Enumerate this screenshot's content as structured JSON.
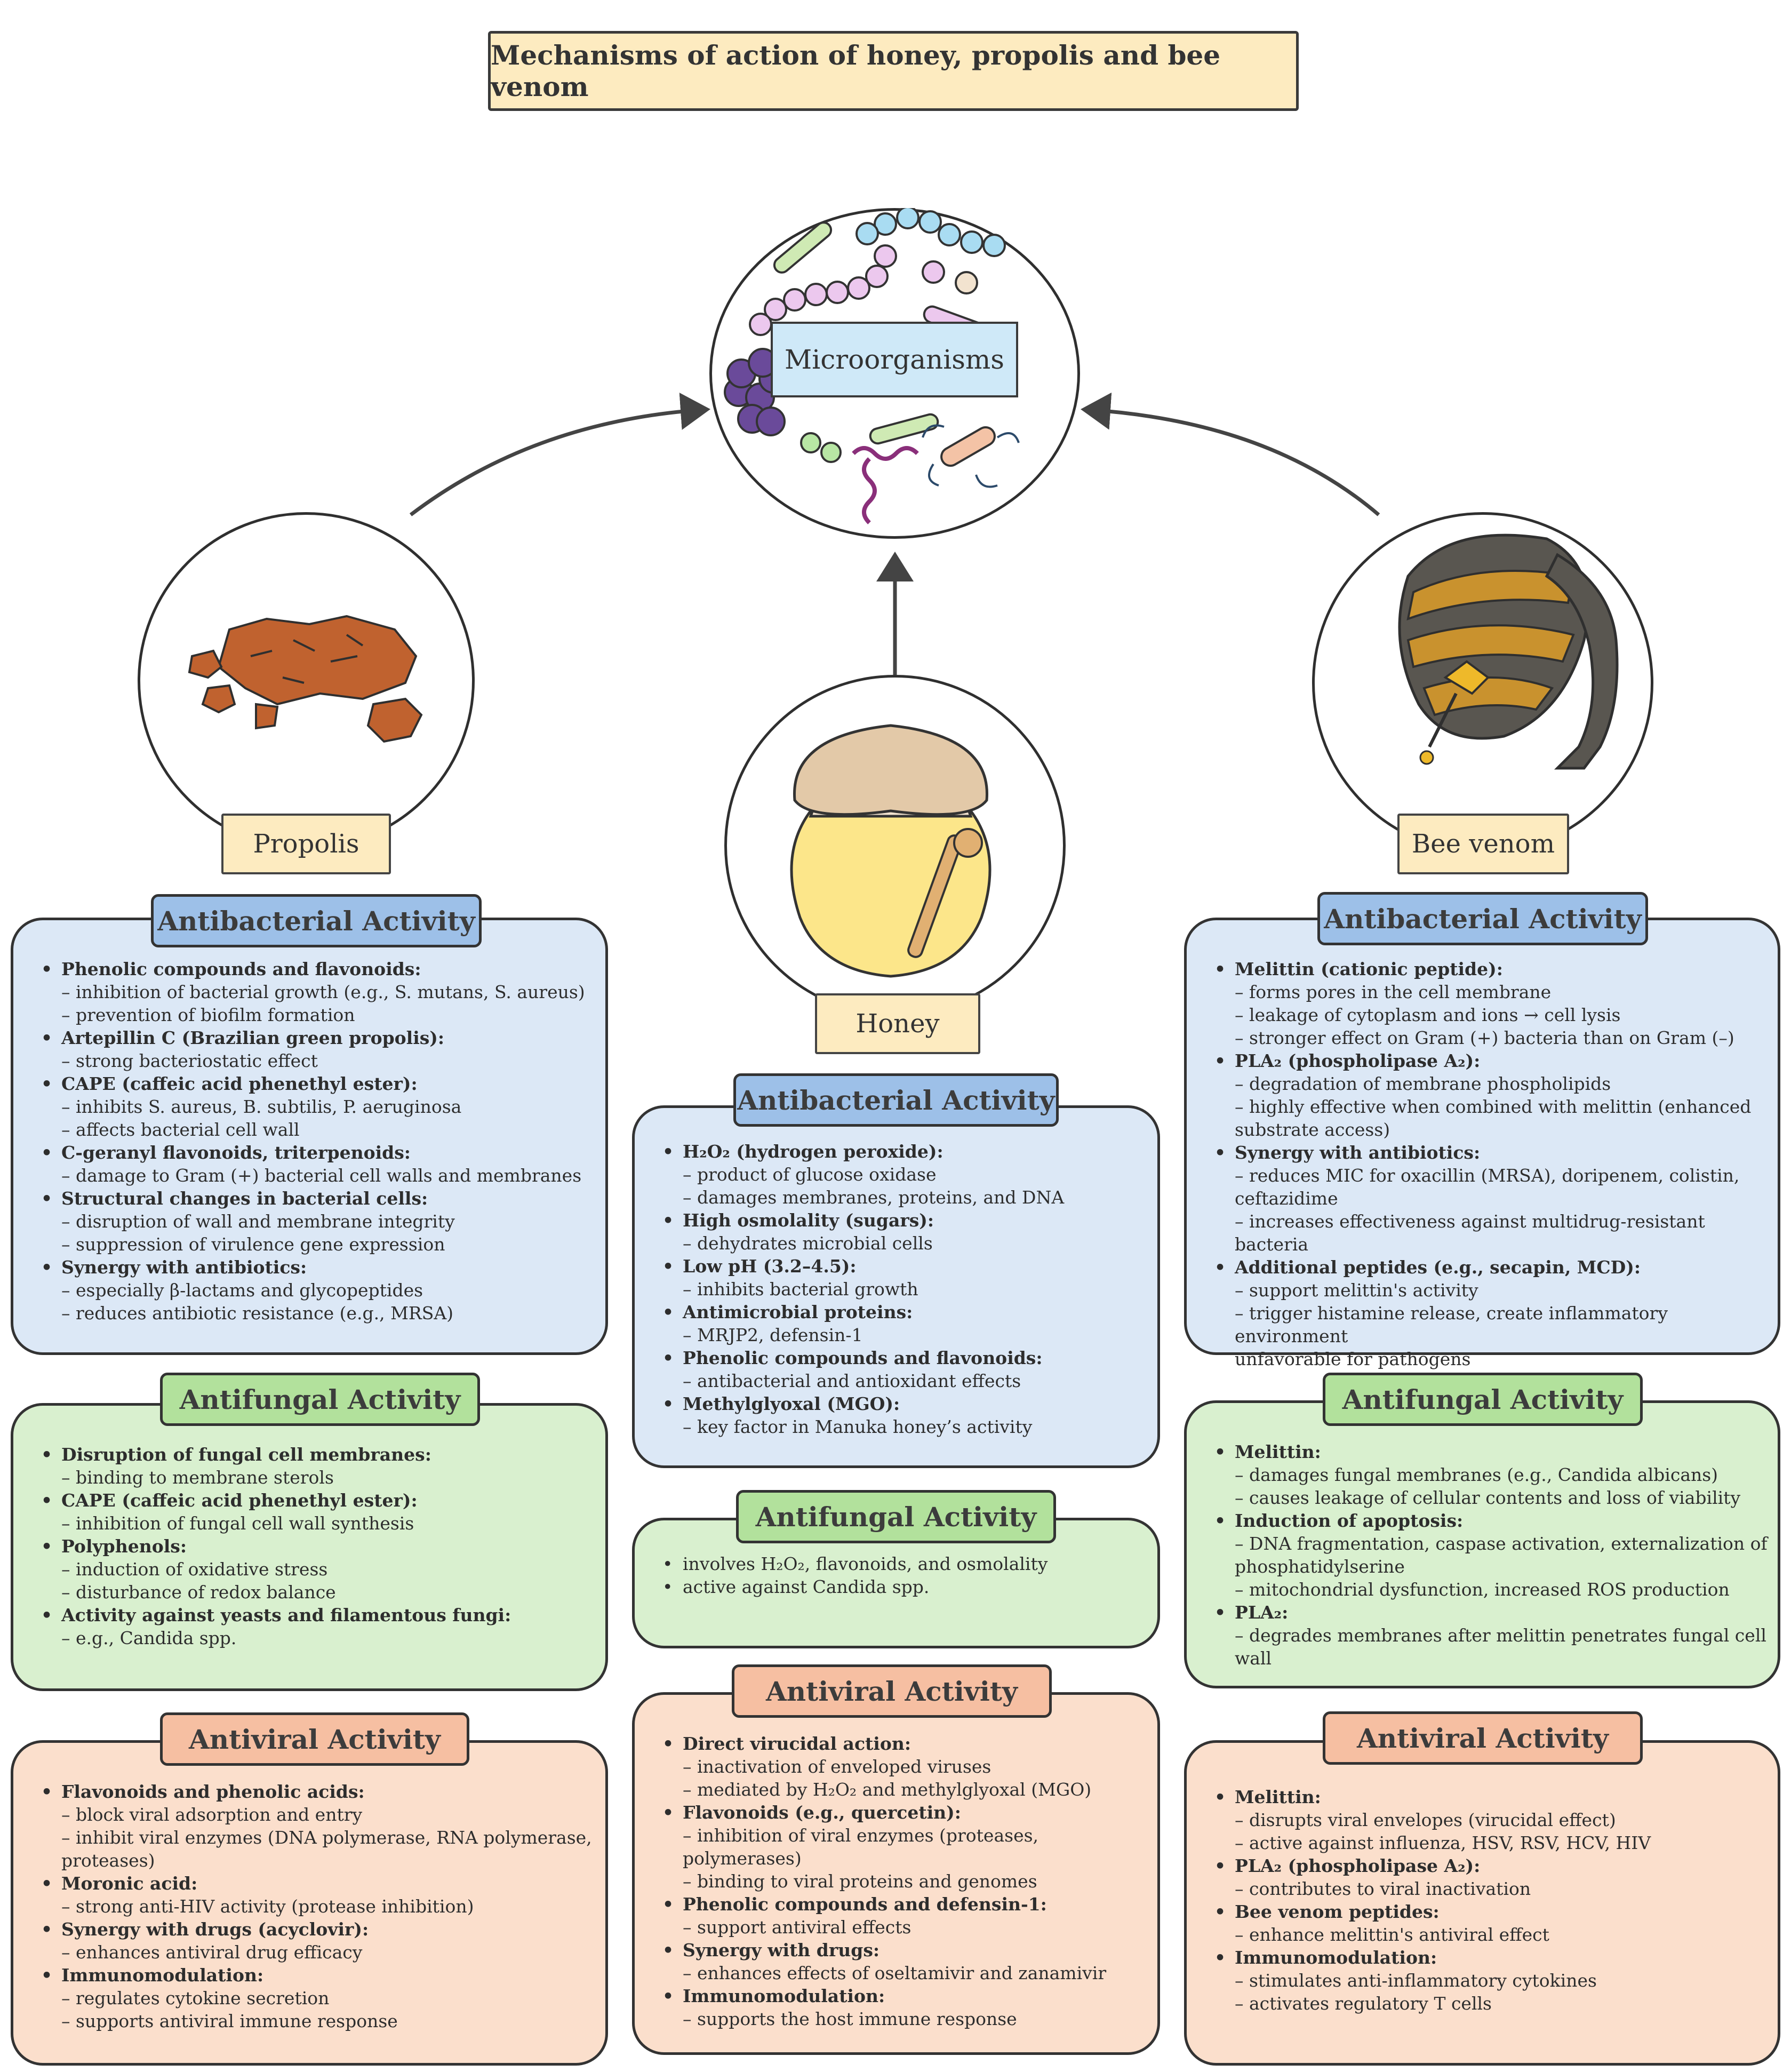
{
  "title": "Mechanisms of action of honey, propolis and bee venom",
  "center_label": "Microorganisms",
  "sources": {
    "propolis": "Propolis",
    "honey": "Honey",
    "bee_venom": "Bee venom"
  },
  "colors": {
    "title_bg": "#fdebc0",
    "antibacterial_panel": "#dce8f6",
    "antibacterial_header": "#9dc0e8",
    "antifungal_panel": "#d9f0cf",
    "antifungal_header": "#b2e19c",
    "antiviral_panel": "#fbdfcc",
    "antiviral_header": "#f6bfa2",
    "microorganisms_label": "#cfe9f8"
  },
  "propolis": {
    "antibacterial": {
      "header": "Antibacterial Activity",
      "lines": [
        {
          "t": "head",
          "x": "Phenolic compounds and flavonoids:"
        },
        {
          "t": "sub",
          "x": "– inhibition of bacterial growth (e.g., S. mutans, S. aureus)"
        },
        {
          "t": "sub",
          "x": "– prevention of biofilm formation"
        },
        {
          "t": "head",
          "x": "Artepillin C (Brazilian green propolis):"
        },
        {
          "t": "sub",
          "x": "– strong bacteriostatic effect"
        },
        {
          "t": "head",
          "x": "CAPE (caffeic acid phenethyl ester):"
        },
        {
          "t": "sub",
          "x": "– inhibits S. aureus, B. subtilis, P. aeruginosa"
        },
        {
          "t": "sub",
          "x": "– affects bacterial cell wall"
        },
        {
          "t": "head",
          "x": "C-geranyl flavonoids, triterpenoids:"
        },
        {
          "t": "sub",
          "x": "– damage to Gram (+) bacterial cell walls and membranes"
        },
        {
          "t": "head",
          "x": "Structural changes in bacterial cells:"
        },
        {
          "t": "sub",
          "x": "– disruption of wall and membrane integrity"
        },
        {
          "t": "sub",
          "x": "– suppression of virulence gene expression"
        },
        {
          "t": "head",
          "x": "Synergy with antibiotics:"
        },
        {
          "t": "sub",
          "x": "– especially β-lactams and glycopeptides"
        },
        {
          "t": "sub",
          "x": "– reduces antibiotic resistance (e.g., MRSA)"
        }
      ]
    },
    "antifungal": {
      "header": "Antifungal Activity",
      "lines": [
        {
          "t": "head",
          "x": "Disruption of fungal cell membranes:"
        },
        {
          "t": "sub",
          "x": "– binding to membrane sterols"
        },
        {
          "t": "head",
          "x": "CAPE (caffeic acid phenethyl ester):"
        },
        {
          "t": "sub",
          "x": "– inhibition of fungal cell wall synthesis"
        },
        {
          "t": "head",
          "x": "Polyphenols:"
        },
        {
          "t": "sub",
          "x": "– induction of oxidative stress"
        },
        {
          "t": "sub",
          "x": "– disturbance of redox balance"
        },
        {
          "t": "head",
          "x": "Activity against yeasts and filamentous fungi:"
        },
        {
          "t": "sub",
          "x": "– e.g., Candida spp."
        }
      ]
    },
    "antiviral": {
      "header": "Antiviral Activity",
      "lines": [
        {
          "t": "head",
          "x": "Flavonoids and phenolic acids:"
        },
        {
          "t": "sub",
          "x": "– block viral adsorption and entry"
        },
        {
          "t": "sub",
          "x": "– inhibit viral enzymes (DNA polymerase, RNA polymerase,"
        },
        {
          "t": "sub",
          "x": "proteases)"
        },
        {
          "t": "head",
          "x": "Moronic acid:"
        },
        {
          "t": "sub",
          "x": "– strong anti-HIV activity (protease inhibition)"
        },
        {
          "t": "head",
          "x": "Synergy with drugs (acyclovir):"
        },
        {
          "t": "sub",
          "x": "– enhances antiviral drug efficacy"
        },
        {
          "t": "head",
          "x": "Immunomodulation:"
        },
        {
          "t": "sub",
          "x": "– regulates cytokine secretion"
        },
        {
          "t": "sub",
          "x": "– supports antiviral immune response"
        }
      ]
    }
  },
  "honey": {
    "antibacterial": {
      "header": "Antibacterial Activity",
      "lines": [
        {
          "t": "head",
          "x": "H₂O₂ (hydrogen peroxide):"
        },
        {
          "t": "sub",
          "x": "– product of glucose oxidase"
        },
        {
          "t": "sub",
          "x": "– damages membranes, proteins, and DNA"
        },
        {
          "t": "head",
          "x": "High osmolality (sugars):"
        },
        {
          "t": "sub",
          "x": "– dehydrates microbial cells"
        },
        {
          "t": "head",
          "x": "Low pH (3.2–4.5):"
        },
        {
          "t": "sub",
          "x": "– inhibits bacterial growth"
        },
        {
          "t": "head",
          "x": "Antimicrobial proteins:"
        },
        {
          "t": "sub",
          "x": "– MRJP2, defensin-1"
        },
        {
          "t": "head",
          "x": "Phenolic compounds and flavonoids:"
        },
        {
          "t": "sub",
          "x": "– antibacterial and antioxidant effects"
        },
        {
          "t": "head",
          "x": "Methylglyoxal (MGO):"
        },
        {
          "t": "sub",
          "x": "– key factor in Manuka honey’s activity"
        }
      ]
    },
    "antifungal": {
      "header": "Antifungal Activity",
      "lines": [
        {
          "t": "plain",
          "x": "involves H₂O₂, flavonoids, and osmolality"
        },
        {
          "t": "plain",
          "x": "active against Candida spp."
        }
      ]
    },
    "antiviral": {
      "header": "Antiviral Activity",
      "lines": [
        {
          "t": "head",
          "x": "Direct virucidal action:"
        },
        {
          "t": "sub",
          "x": "– inactivation of enveloped viruses"
        },
        {
          "t": "sub",
          "x": "– mediated by H₂O₂ and methylglyoxal (MGO)"
        },
        {
          "t": "head",
          "x": "Flavonoids (e.g., quercetin):"
        },
        {
          "t": "sub",
          "x": "– inhibition of viral enzymes (proteases,"
        },
        {
          "t": "sub",
          "x": "polymerases)"
        },
        {
          "t": "sub",
          "x": "– binding to viral proteins and genomes"
        },
        {
          "t": "head",
          "x": "Phenolic compounds and defensin-1:"
        },
        {
          "t": "sub",
          "x": "– support antiviral effects"
        },
        {
          "t": "head",
          "x": "Synergy with drugs:"
        },
        {
          "t": "sub",
          "x": "– enhances effects of oseltamivir and zanamivir"
        },
        {
          "t": "head",
          "x": "Immunomodulation:"
        },
        {
          "t": "sub",
          "x": "– supports the host immune response"
        }
      ]
    }
  },
  "bee_venom": {
    "antibacterial": {
      "header": "Antibacterial Activity",
      "lines": [
        {
          "t": "head",
          "x": "Melittin (cationic peptide):"
        },
        {
          "t": "sub",
          "x": "– forms pores in the cell membrane"
        },
        {
          "t": "sub",
          "x": "– leakage of cytoplasm and ions → cell lysis"
        },
        {
          "t": "sub",
          "x": "– stronger effect on Gram (+) bacteria than on Gram (–)"
        },
        {
          "t": "head",
          "x": "PLA₂ (phospholipase A₂):"
        },
        {
          "t": "sub",
          "x": "– degradation of membrane phospholipids"
        },
        {
          "t": "sub",
          "x": "– highly effective when combined with melittin (enhanced"
        },
        {
          "t": "sub",
          "x": "substrate access)"
        },
        {
          "t": "head",
          "x": "Synergy with antibiotics:"
        },
        {
          "t": "sub",
          "x": "– reduces MIC for oxacillin (MRSA), doripenem, colistin,"
        },
        {
          "t": "sub",
          "x": "ceftazidime"
        },
        {
          "t": "sub",
          "x": "– increases effectiveness against multidrug-resistant bacteria"
        },
        {
          "t": "head",
          "x": "Additional peptides (e.g., secapin, MCD):"
        },
        {
          "t": "sub",
          "x": "– support melittin's activity"
        },
        {
          "t": "sub",
          "x": "– trigger histamine release, create inflammatory environment"
        },
        {
          "t": "sub",
          "x": "unfavorable for pathogens"
        }
      ]
    },
    "antifungal": {
      "header": "Antifungal Activity",
      "lines": [
        {
          "t": "head",
          "x": "Melittin:"
        },
        {
          "t": "sub",
          "x": "– damages fungal membranes (e.g., Candida albicans)"
        },
        {
          "t": "sub",
          "x": "– causes leakage of cellular contents and loss of viability"
        },
        {
          "t": "head",
          "x": "Induction of apoptosis:"
        },
        {
          "t": "sub",
          "x": "– DNA fragmentation, caspase activation, externalization of"
        },
        {
          "t": "sub",
          "x": "phosphatidylserine"
        },
        {
          "t": "sub",
          "x": "– mitochondrial dysfunction, increased ROS production"
        },
        {
          "t": "head",
          "x": "PLA₂:"
        },
        {
          "t": "sub",
          "x": "– degrades membranes after melittin penetrates fungal cell"
        },
        {
          "t": "sub",
          "x": "wall"
        }
      ]
    },
    "antiviral": {
      "header": "Antiviral Activity",
      "lines": [
        {
          "t": "head",
          "x": "Melittin:"
        },
        {
          "t": "sub",
          "x": "– disrupts viral envelopes (virucidal effect)"
        },
        {
          "t": "sub",
          "x": "– active against influenza, HSV, RSV, HCV, HIV"
        },
        {
          "t": "head",
          "x": "PLA₂ (phospholipase A₂):"
        },
        {
          "t": "sub",
          "x": "– contributes to viral inactivation"
        },
        {
          "t": "head",
          "x": "Bee venom peptides:"
        },
        {
          "t": "sub",
          "x": "– enhance melittin's antiviral effect"
        },
        {
          "t": "head",
          "x": "Immunomodulation:"
        },
        {
          "t": "sub",
          "x": "– stimulates anti-inflammatory cytokines"
        },
        {
          "t": "sub",
          "x": "– activates regulatory T cells"
        }
      ]
    }
  }
}
